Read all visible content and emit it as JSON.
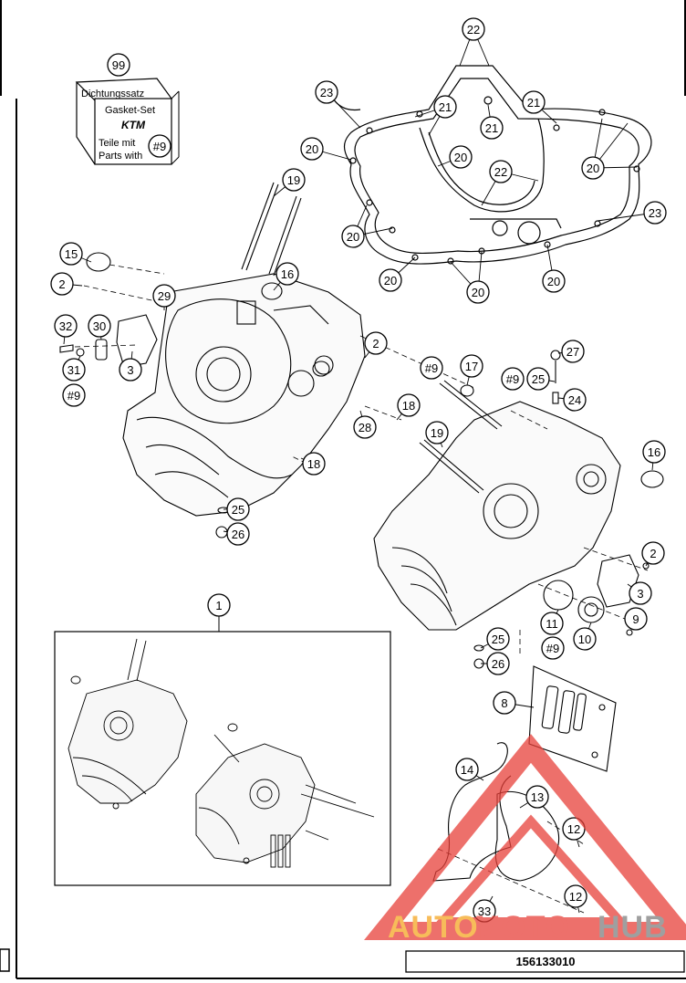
{
  "gasket_set": {
    "callout": "99",
    "box_line1": "Dichtungssatz",
    "box_line2": "Gasket-Set",
    "brand": "KTM",
    "box_line3": "Teile mit",
    "box_line4": "Parts with",
    "ref": "#9"
  },
  "callouts": [
    {
      "id": "c22a",
      "label": "22"
    },
    {
      "id": "c23a",
      "label": "23"
    },
    {
      "id": "c21a",
      "label": "21"
    },
    {
      "id": "c21b",
      "label": "21"
    },
    {
      "id": "c21c",
      "label": "21"
    },
    {
      "id": "c20a",
      "label": "20"
    },
    {
      "id": "c20b",
      "label": "20"
    },
    {
      "id": "c20c",
      "label": "20"
    },
    {
      "id": "c22b",
      "label": "22"
    },
    {
      "id": "c23b",
      "label": "23"
    },
    {
      "id": "c20d",
      "label": "20"
    },
    {
      "id": "c20e",
      "label": "20"
    },
    {
      "id": "c20f",
      "label": "20"
    },
    {
      "id": "c20g",
      "label": "20"
    },
    {
      "id": "c19a",
      "label": "19"
    },
    {
      "id": "c15",
      "label": "15"
    },
    {
      "id": "c2a",
      "label": "2"
    },
    {
      "id": "c16a",
      "label": "16"
    },
    {
      "id": "c29",
      "label": "29"
    },
    {
      "id": "c32",
      "label": "32"
    },
    {
      "id": "c30",
      "label": "30"
    },
    {
      "id": "c31",
      "label": "31"
    },
    {
      "id": "c9a",
      "label": "#9"
    },
    {
      "id": "c3a",
      "label": "3"
    },
    {
      "id": "c2b",
      "label": "2"
    },
    {
      "id": "c9b",
      "label": "#9"
    },
    {
      "id": "c17",
      "label": "17"
    },
    {
      "id": "c27",
      "label": "27"
    },
    {
      "id": "c9c",
      "label": "#9"
    },
    {
      "id": "c25a",
      "label": "25"
    },
    {
      "id": "c24",
      "label": "24"
    },
    {
      "id": "c18a",
      "label": "18"
    },
    {
      "id": "c28",
      "label": "28"
    },
    {
      "id": "c19b",
      "label": "19"
    },
    {
      "id": "c16b",
      "label": "16"
    },
    {
      "id": "c18b",
      "label": "18"
    },
    {
      "id": "c25b",
      "label": "25"
    },
    {
      "id": "c26a",
      "label": "26"
    },
    {
      "id": "c1",
      "label": "1"
    },
    {
      "id": "c2c",
      "label": "2"
    },
    {
      "id": "c3b",
      "label": "3"
    },
    {
      "id": "c11",
      "label": "11"
    },
    {
      "id": "c9d",
      "label": "9"
    },
    {
      "id": "c10",
      "label": "10"
    },
    {
      "id": "c9e",
      "label": "#9"
    },
    {
      "id": "c25c",
      "label": "25"
    },
    {
      "id": "c26b",
      "label": "26"
    },
    {
      "id": "c8",
      "label": "8"
    },
    {
      "id": "c14",
      "label": "14"
    },
    {
      "id": "c13",
      "label": "13"
    },
    {
      "id": "c12a",
      "label": "12"
    },
    {
      "id": "c12b",
      "label": "12"
    },
    {
      "id": "c33",
      "label": "33"
    }
  ],
  "part_number": "156133010",
  "watermark": {
    "auto": "AUTO",
    "moto": "MOTO",
    "hub": "HUB",
    "colors": {
      "accent": "#e8413a",
      "orange": "#f5a623",
      "gray": "#808080"
    }
  }
}
